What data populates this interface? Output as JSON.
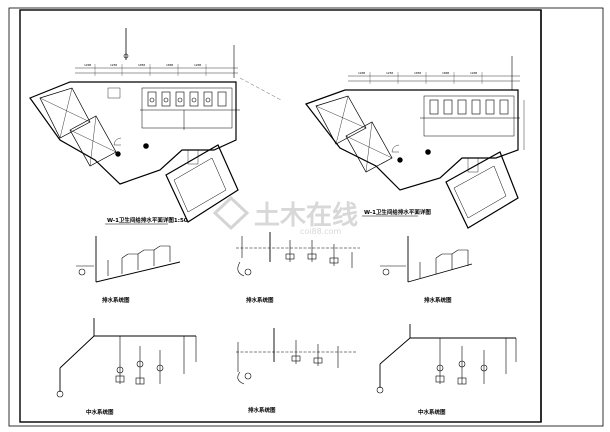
{
  "watermark": {
    "text": "土木在线",
    "subtext": "coi88.com"
  },
  "titles": {
    "plan_left": "W-1卫生间给排水平面详图1:50",
    "plan_right": "W-1卫生间给排水平面详图",
    "drain_1": "排水系统图",
    "drain_2": "排水系统图",
    "drain_3": "排水系统图",
    "middle_bottom": "排水系统图",
    "reclaimed_left": "中水系统图",
    "reclaimed_right": "中水系统图"
  },
  "dims": {
    "left_top": [
      "1200",
      "1250",
      "1050",
      "1000",
      "1200"
    ],
    "right_top": [
      "1200",
      "1250",
      "1050",
      "1000",
      "1200"
    ]
  }
}
